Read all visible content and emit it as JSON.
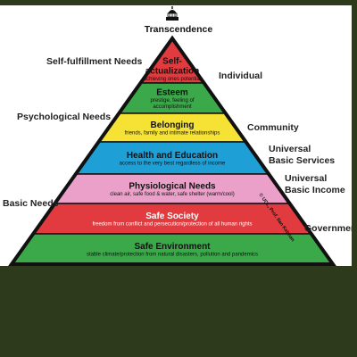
{
  "title": "Transcendence",
  "tiers": [
    {
      "title": "Self-",
      "title2": "actualization",
      "desc": "achieving ones potential",
      "color": "#e23b3f",
      "text_color": "#111111"
    },
    {
      "title": "Esteem",
      "desc": "prestige, feeling of",
      "desc2": "accomplishment",
      "color": "#3ba94a",
      "text_color": "#111111"
    },
    {
      "title": "Belonging",
      "desc": "friends, family and intimate relationships",
      "color": "#f6e234",
      "text_color": "#111111"
    },
    {
      "title": "Health and Education",
      "desc": "access to the very best regardless of income",
      "color": "#1e9fd6",
      "text_color": "#111111"
    },
    {
      "title": "Physiological Needs",
      "desc": "clean air, safe food & water, safe shelter (warm/cool)",
      "color": "#eaa0c8",
      "text_color": "#111111"
    },
    {
      "title": "Safe Society",
      "desc": "freedom from conflict and persecution/protection of all human rights",
      "color": "#e23b3f",
      "text_color": "#ffffff"
    },
    {
      "title": "Safe Environment",
      "desc": "stable climate/protection from natural disasters, pollution and pandemics",
      "color": "#3ba94a",
      "text_color": "#111111"
    }
  ],
  "left_labels": {
    "self_fulfillment": "Self-fulfillment Needs",
    "psychological": "Psychological Needs",
    "basic": "Basic Needs"
  },
  "right_labels": {
    "individual": "Individual",
    "community": "Community",
    "ubs_1": "Universal",
    "ubs_2": "Basic Services",
    "ubi_1": "Universal",
    "ubi_2": "Basic Income",
    "government": "Government"
  },
  "credit": "© UCL, Prof. Ilan Kelman",
  "colors": {
    "outline": "#111111",
    "background": "#ffffff",
    "frame": "#2e3a1c"
  }
}
